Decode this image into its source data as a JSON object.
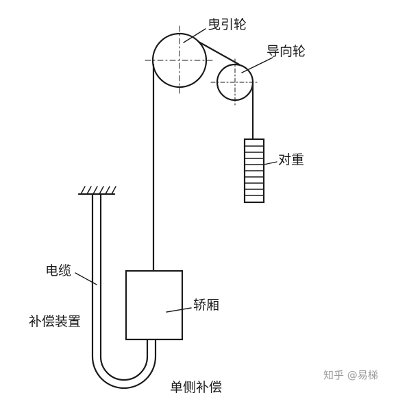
{
  "labels": {
    "traction_sheave": "曳引轮",
    "deflector_sheave": "导向轮",
    "counterweight": "对重",
    "cable": "电缆",
    "compensation_device": "补偿装置",
    "car": "轿厢",
    "single_side_compensation": "单侧补偿"
  },
  "watermark": "知乎 @易梯"
}
